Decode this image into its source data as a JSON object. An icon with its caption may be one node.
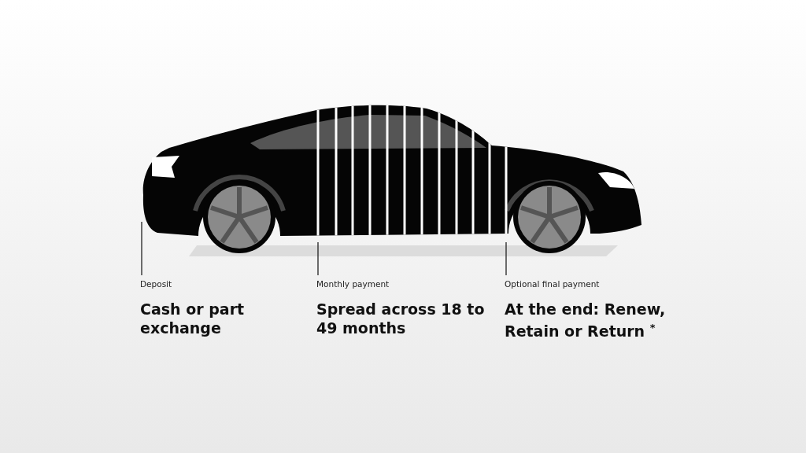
{
  "diagram": {
    "nodes": [
      {
        "text": [
          "Deposit",
          "Cash or part exchange"
        ]
      },
      {
        "text": [
          "Monthly payment",
          "Spread across 18 to 49 months"
        ]
      },
      {
        "text": [
          "Optional final payment",
          "At the end: Renew, Retain or Return $^{*}$"
        ]
      }
    ],
    "edges": [
      {
        "from": 0,
        "to": null,
        "arrow": "none"
      },
      {
        "from": 1,
        "to": null,
        "arrow": "none"
      },
      {
        "from": 2,
        "to": null,
        "arrow": "none"
      }
    ]
  }
}
